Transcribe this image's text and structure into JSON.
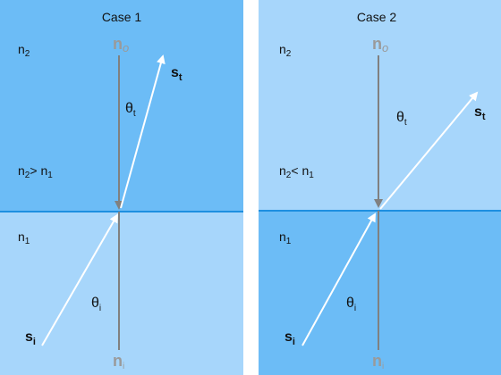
{
  "colors": {
    "dense_medium": "#6cbcf6",
    "rare_medium": "#a7d6fb",
    "interface_line": "#1e8fe0",
    "normal_line": "#808080",
    "ray": "#ffffff",
    "text": "#111111",
    "normal_label": "#9a9a9a",
    "divider": "#ffffff"
  },
  "panels": [
    {
      "title": "Case 1",
      "upper_medium": {
        "n": "n",
        "sub": "2"
      },
      "lower_medium": {
        "n": "n",
        "sub": "1"
      },
      "relation": {
        "a": "n",
        "a_sub": "2",
        "op": "> ",
        "b": "n",
        "b_sub": "1"
      },
      "normal_top": {
        "n": "n",
        "sub": "o"
      },
      "normal_bottom": {
        "n": "n",
        "sub": "i"
      },
      "theta_t": {
        "sym": "θ",
        "sub": "t"
      },
      "theta_i": {
        "sym": "θ",
        "sub": "i"
      },
      "s_t": {
        "s": "s",
        "sub": "t"
      },
      "s_i": {
        "s": "s",
        "sub": "i"
      }
    },
    {
      "title": "Case 2",
      "upper_medium": {
        "n": "n",
        "sub": "2"
      },
      "lower_medium": {
        "n": "n",
        "sub": "1"
      },
      "relation": {
        "a": "n",
        "a_sub": "2",
        "op": "< ",
        "b": "n",
        "b_sub": "1"
      },
      "normal_top": {
        "n": "n",
        "sub": "o"
      },
      "normal_bottom": {
        "n": "n",
        "sub": "i"
      },
      "theta_t": {
        "sym": "θ",
        "sub": "t"
      },
      "theta_i": {
        "sym": "θ",
        "sub": "i"
      },
      "s_t": {
        "s": "s",
        "sub": "t"
      },
      "s_i": {
        "s": "s",
        "sub": "i"
      }
    }
  ]
}
